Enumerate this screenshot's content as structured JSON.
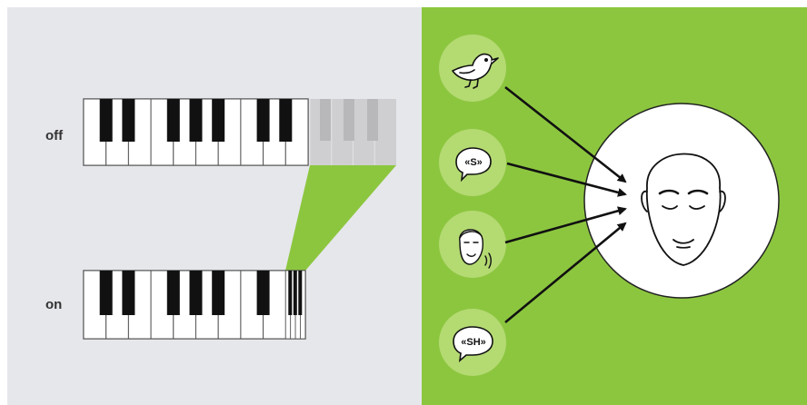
{
  "left_panel": {
    "labels": {
      "off": "off",
      "on": "on"
    },
    "colors": {
      "background": "#e6e7eb",
      "highlight": "#8cc63f",
      "faded_keys": "#cfcfd1"
    }
  },
  "right_panel": {
    "colors": {
      "background": "#8cc63f",
      "icon_circle": "#b4da72",
      "face_circle": "#ffffff",
      "arrow": "#111111"
    },
    "sources": [
      {
        "name": "bird",
        "icon": "bird-icon"
      },
      {
        "name": "s-sound",
        "icon": "speech-bubble-icon",
        "text": "«S»"
      },
      {
        "name": "person-speaking",
        "icon": "speaking-person-icon"
      },
      {
        "name": "sh-sound",
        "icon": "speech-bubble-icon",
        "text": "«SH»"
      }
    ],
    "listener": {
      "icon": "face-icon"
    }
  }
}
